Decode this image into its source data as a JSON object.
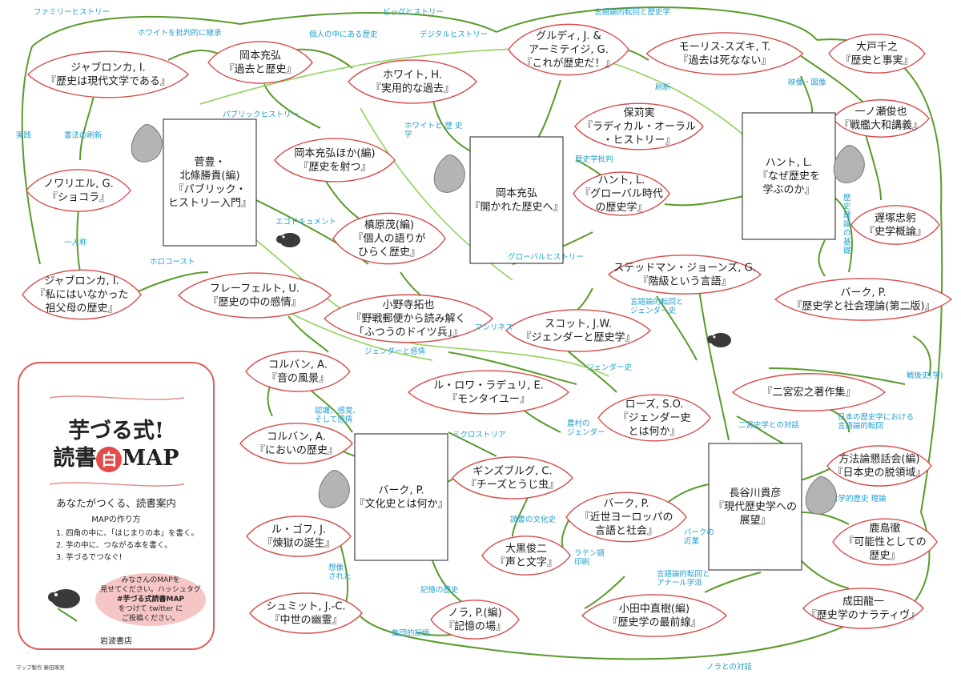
{
  "nodes": [
    {
      "id": "jab1",
      "shape": "leaf",
      "lines": [
        "ジャブロンカ, I.",
        "『歴史は現代文学である』"
      ]
    },
    {
      "id": "okamoto1",
      "shape": "leaf",
      "lines": [
        "岡本充弘",
        "『過去と歴史』"
      ]
    },
    {
      "id": "white",
      "shape": "leaf",
      "lines": [
        "ホワイト, H.",
        "『実用的な過去』"
      ]
    },
    {
      "id": "guldi",
      "shape": "leaf",
      "lines": [
        "グルディ, J. &",
        "アーミテイジ, G.",
        "『これが歴史だ！』"
      ]
    },
    {
      "id": "morris",
      "shape": "leaf",
      "lines": [
        "モーリス-スズキ, T.",
        "『過去は死なない』"
      ]
    },
    {
      "id": "oto",
      "shape": "leaf",
      "lines": [
        "大戸千之",
        "『歴史と事実』"
      ]
    },
    {
      "id": "ichinose",
      "shape": "leaf",
      "lines": [
        "一ノ瀬俊也",
        "『戦艦大和講義』"
      ]
    },
    {
      "id": "noriel",
      "shape": "leaf",
      "lines": [
        "ノワリエル, G.",
        "『ショコラ』"
      ]
    },
    {
      "id": "sugaya",
      "shape": "box",
      "lines": [
        "菅豊・",
        "北條勝貴(編)",
        "『パブリック・",
        "ヒストリー入門』"
      ]
    },
    {
      "id": "okamoto_ed",
      "shape": "leaf",
      "lines": [
        "岡本充弘ほか(編)",
        "『歴史を射つ』"
      ]
    },
    {
      "id": "okamoto2",
      "shape": "box",
      "lines": [
        "岡本充弘",
        "『開かれた歴史へ』"
      ]
    },
    {
      "id": "hokari",
      "shape": "leaf",
      "lines": [
        "保苅実",
        "『ラディカル・オーラル",
        "・ヒストリー』"
      ]
    },
    {
      "id": "hunt2",
      "shape": "leaf",
      "lines": [
        "ハント, L.",
        "『グローバル時代",
        "の歴史学』"
      ]
    },
    {
      "id": "hunt1",
      "shape": "box",
      "lines": [
        "ハント, L.",
        "『なぜ歴史を",
        "学ぶのか』"
      ]
    },
    {
      "id": "chizuka",
      "shape": "leaf",
      "lines": [
        "遅塚忠躬",
        "『史学概論』"
      ]
    },
    {
      "id": "yanagihara",
      "shape": "leaf",
      "lines": [
        "槙原茂(編)",
        "『個人の語りが",
        "ひらく歴史』"
      ]
    },
    {
      "id": "jab2",
      "shape": "leaf",
      "lines": [
        "ジャブロンカ, I.",
        "『私にはいなかった",
        "祖父母の歴史』"
      ]
    },
    {
      "id": "frevert",
      "shape": "leaf",
      "lines": [
        "フレーフェルト, U.",
        "『歴史の中の感情』"
      ]
    },
    {
      "id": "onodera",
      "shape": "leaf",
      "lines": [
        "小野寺拓也",
        "『野戦郵便から読み解く",
        "「ふつうのドイツ兵」』"
      ]
    },
    {
      "id": "stedman",
      "shape": "leaf",
      "lines": [
        "ステッドマン・ジョーンズ, G.",
        "『階級という言語』"
      ]
    },
    {
      "id": "scott",
      "shape": "leaf",
      "lines": [
        "スコット, J.W.",
        "『ジェンダーと歴史学』"
      ]
    },
    {
      "id": "burke_soc",
      "shape": "leaf",
      "lines": [
        "バーク, P.",
        "『歴史学と社会理論(第二版)』"
      ]
    },
    {
      "id": "corbin1",
      "shape": "leaf",
      "lines": [
        "コルバン, A.",
        "『音の風景』"
      ]
    },
    {
      "id": "ladurie",
      "shape": "leaf",
      "lines": [
        "ル・ロワ・ラデュリ, E.",
        "『モンタイユー』"
      ]
    },
    {
      "id": "rose",
      "shape": "leaf",
      "lines": [
        "ローズ, S.O.",
        "『ジェンダー史",
        "とは何か』"
      ]
    },
    {
      "id": "ninomiya",
      "shape": "leaf",
      "lines": [
        "『二宮宏之著作集』"
      ]
    },
    {
      "id": "corbin2",
      "shape": "leaf",
      "lines": [
        "コルバン, A.",
        "『においの歴史』"
      ]
    },
    {
      "id": "burke_cul",
      "shape": "box",
      "lines": [
        "バーク, P.",
        "『文化史とは何か』"
      ]
    },
    {
      "id": "ginzburg",
      "shape": "leaf",
      "lines": [
        "ギンズブルグ, C.",
        "『チーズとうじ虫』"
      ]
    },
    {
      "id": "hosei",
      "shape": "leaf",
      "lines": [
        "方法論懇話会(編)",
        "『日本史の脱領域』"
      ]
    },
    {
      "id": "hasegawa",
      "shape": "box",
      "lines": [
        "長谷川貴彦",
        "『現代歴史学への",
        "展望』"
      ]
    },
    {
      "id": "legoff",
      "shape": "leaf",
      "lines": [
        "ル・ゴフ, J.",
        "『煉獄の誕生』"
      ]
    },
    {
      "id": "burke_eu",
      "shape": "leaf",
      "lines": [
        "バーク, P.",
        "『近世ヨーロッパの",
        "言語と社会』"
      ]
    },
    {
      "id": "kashima",
      "shape": "leaf",
      "lines": [
        "鹿島徹",
        "『可能性としての",
        "歴史』"
      ]
    },
    {
      "id": "oguro",
      "shape": "leaf",
      "lines": [
        "大黒俊二",
        "『声と文字』"
      ]
    },
    {
      "id": "schmitt",
      "shape": "leaf",
      "lines": [
        "シュミット, J.-C.",
        "『中世の幽霊』"
      ]
    },
    {
      "id": "nora",
      "shape": "leaf",
      "lines": [
        "ノラ, P.(編)",
        "『記憶の場』"
      ]
    },
    {
      "id": "konaka",
      "shape": "leaf",
      "lines": [
        "小田中直樹(編)",
        "『歴史学の最前線』"
      ]
    },
    {
      "id": "narita",
      "shape": "leaf",
      "lines": [
        "成田龍一",
        "『歴史学のナラティヴ』"
      ]
    }
  ],
  "link_labels": [
    {
      "id": "family",
      "lines": [
        "ファミリーヒストリー"
      ]
    },
    {
      "id": "white_crit",
      "lines": [
        "ホワイトを批判的に継承"
      ]
    },
    {
      "id": "kojin",
      "lines": [
        "個人の中にある歴史"
      ]
    },
    {
      "id": "big",
      "lines": [
        "ビッグヒストリー"
      ]
    },
    {
      "id": "digital",
      "lines": [
        "デジタルヒストリー"
      ]
    },
    {
      "id": "gengo1",
      "lines": [
        "言語論的転回と歴史学"
      ]
    },
    {
      "id": "sasshin",
      "lines": [
        "刷新"
      ]
    },
    {
      "id": "eizo",
      "lines": [
        "映像・図像"
      ]
    },
    {
      "id": "public",
      "lines": [
        "パブリックヒストリー"
      ]
    },
    {
      "id": "jissen",
      "lines": [
        "実践"
      ]
    },
    {
      "id": "shohou",
      "lines": [
        "書法の刷新"
      ]
    },
    {
      "id": "white_rek",
      "lines": [
        "ホワイトと 歴 史",
        "学"
      ]
    },
    {
      "id": "hihan",
      "lines": [
        "歴史学批判"
      ]
    },
    {
      "id": "egodoc",
      "lines": [
        "エゴドキュメント"
      ]
    },
    {
      "id": "kiso",
      "lines": [
        "歴",
        "史",
        "理",
        "論",
        "の",
        "基",
        "礎"
      ]
    },
    {
      "id": "ichininsho",
      "lines": [
        "一人称"
      ]
    },
    {
      "id": "holocaust",
      "lines": [
        "ホロコースト"
      ]
    },
    {
      "id": "global",
      "lines": [
        "グローバルヒストリー"
      ]
    },
    {
      "id": "gengo2",
      "lines": [
        "言語論的転回と",
        "ジェンダー史"
      ]
    },
    {
      "id": "manliness",
      "lines": [
        "マンリネス"
      ]
    },
    {
      "id": "gender_kanjo",
      "lines": [
        "ジェンダーと感情"
      ]
    },
    {
      "id": "gendershi",
      "lines": [
        "ジェンダー史"
      ]
    },
    {
      "id": "sengo",
      "lines": [
        "戦後史(学)"
      ]
    },
    {
      "id": "ninsiki",
      "lines": [
        "認識、感覚、",
        "そして感情"
      ]
    },
    {
      "id": "micro",
      "lines": [
        "ミクロストリア"
      ]
    },
    {
      "id": "noson",
      "lines": [
        "農村の",
        "ジェンダー"
      ]
    },
    {
      "id": "ninomiya_dia",
      "lines": [
        "二宮史学との対話"
      ]
    },
    {
      "id": "nihon",
      "lines": [
        "日本の歴史学における",
        "言語論的転回"
      ]
    },
    {
      "id": "tetsugaku",
      "lines": [
        "哲学的歴史 理論"
      ]
    },
    {
      "id": "shomotsu",
      "lines": [
        "読書の文化史"
      ]
    },
    {
      "id": "burke_kingyo",
      "lines": [
        "バークの",
        "近業"
      ]
    },
    {
      "id": "latin",
      "lines": [
        "ラテン語",
        "印刷"
      ]
    },
    {
      "id": "sozo",
      "lines": [
        "想像",
        "された"
      ]
    },
    {
      "id": "kioku",
      "lines": [
        "記憶の歴史"
      ]
    },
    {
      "id": "gengo3",
      "lines": [
        "言語論的転回と",
        "アナール学派"
      ]
    },
    {
      "id": "shudan",
      "lines": [
        "集団的記憶"
      ]
    },
    {
      "id": "nora_dia",
      "lines": [
        "ノラとの対話"
      ]
    }
  ],
  "legend": {
    "title_line1": "芋づる式!",
    "title_line2_a": "読書",
    "title_line2_badge": "白",
    "title_line2_b": "MAP",
    "subtitle": "あなたがつくる、読書案内",
    "howto_title": "MAPの作り方",
    "steps": [
      "1. 四角の中に、「はじまりの本」を書く。",
      "2. 芋の中に、つながる本を書く。",
      "3. 芋づるでつなぐ!"
    ],
    "bubble": [
      "みなさんのMAPを",
      "見せてください。ハッシュタグ",
      "#芋づる式読書MAP",
      "をつけて twitter に",
      "ご投稿ください。"
    ],
    "publisher": "岩波書店"
  },
  "credit": "マップ製作 藤田琢実",
  "colors": {
    "vine": "#5a9a2a",
    "vine_light": "#8fd35a",
    "leaf_outline": "#d84a4a",
    "label": "#1f9fd0",
    "legend_border": "#e05a5a",
    "bubble": "#f6c6c6"
  }
}
